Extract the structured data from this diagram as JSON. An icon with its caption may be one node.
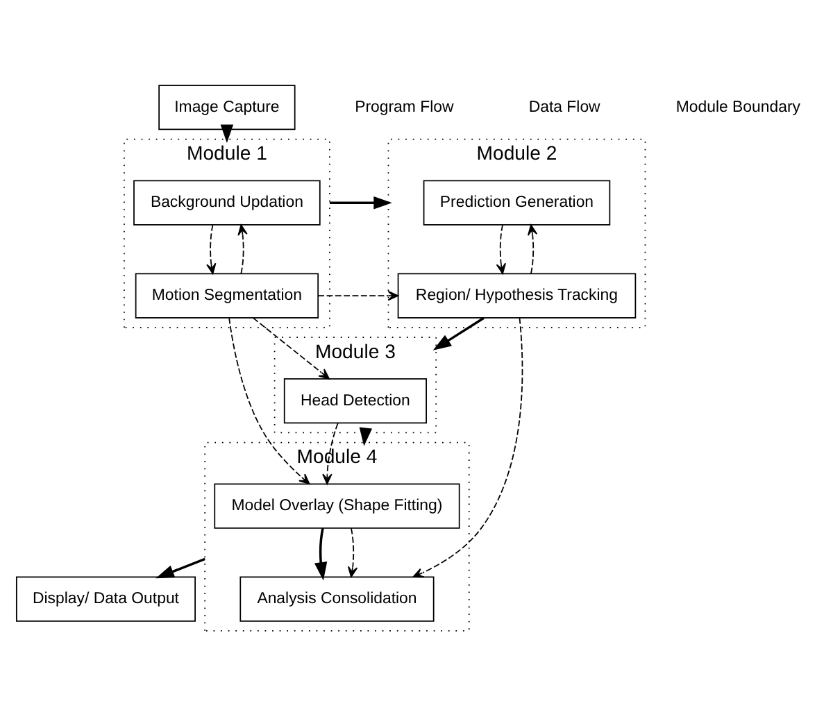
{
  "diagram": {
    "nodes": [
      {
        "text": [
          "Image Capture"
        ]
      },
      {
        "text": [
          "Module 1"
        ]
      },
      {
        "text": [
          "Background Updation"
        ],
        "in": 1
      },
      {
        "text": [
          "Motion Segmentation"
        ],
        "in": 1
      },
      {
        "text": [
          "Module 2"
        ]
      },
      {
        "text": [
          "Prediction Generation"
        ],
        "in": 4
      },
      {
        "text": [
          "Region/ Hypothesis Tracking"
        ],
        "in": 4
      },
      {
        "text": [
          "Module 3"
        ]
      },
      {
        "text": [
          "Head Detection"
        ],
        "in": 7
      },
      {
        "text": [
          "Module 4"
        ]
      },
      {
        "text": [
          "Model Overlay (Shape Fitting)"
        ],
        "in": 9
      },
      {
        "text": [
          "Analysis Consolidation"
        ],
        "in": 9
      },
      {
        "text": [
          "Display/ Data Output"
        ]
      }
    ],
    "edges": [
      {
        "from": 0,
        "to": 1,
        "arrow": "to"
      },
      {
        "from": 1,
        "to": 4,
        "arrow": "to"
      },
      {
        "from": 2,
        "to": 3,
        "arrow": "to",
        "style": "dashed"
      },
      {
        "from": 3,
        "to": 2,
        "arrow": "to",
        "style": "dashed"
      },
      {
        "from": 3,
        "to": 6,
        "arrow": "to",
        "style": "dashed"
      },
      {
        "from": 5,
        "to": 6,
        "arrow": "to",
        "style": "dashed"
      },
      {
        "from": 6,
        "to": 5,
        "arrow": "to",
        "style": "dashed"
      },
      {
        "from": 6,
        "to": 7,
        "arrow": "to"
      },
      {
        "from": 3,
        "to": 8,
        "arrow": "to",
        "style": "dashed"
      },
      {
        "from": 3,
        "to": 10,
        "arrow": "to",
        "style": "dashed"
      },
      {
        "from": 8,
        "to": 10,
        "arrow": "to",
        "style": "dashed"
      },
      {
        "from": 7,
        "to": 9,
        "arrow": "to"
      },
      {
        "from": 10,
        "to": 11,
        "arrow": "to"
      },
      {
        "from": 10,
        "to": 11,
        "arrow": "to",
        "style": "dashed"
      },
      {
        "from": 6,
        "to": 11,
        "arrow": "to",
        "style": "dashed"
      },
      {
        "from": 9,
        "to": 12,
        "arrow": "to"
      }
    ],
    "legend": [
      {
        "text": "Program Flow"
      },
      {
        "text": "Data Flow"
      },
      {
        "text": "Module Boundary"
      }
    ]
  }
}
